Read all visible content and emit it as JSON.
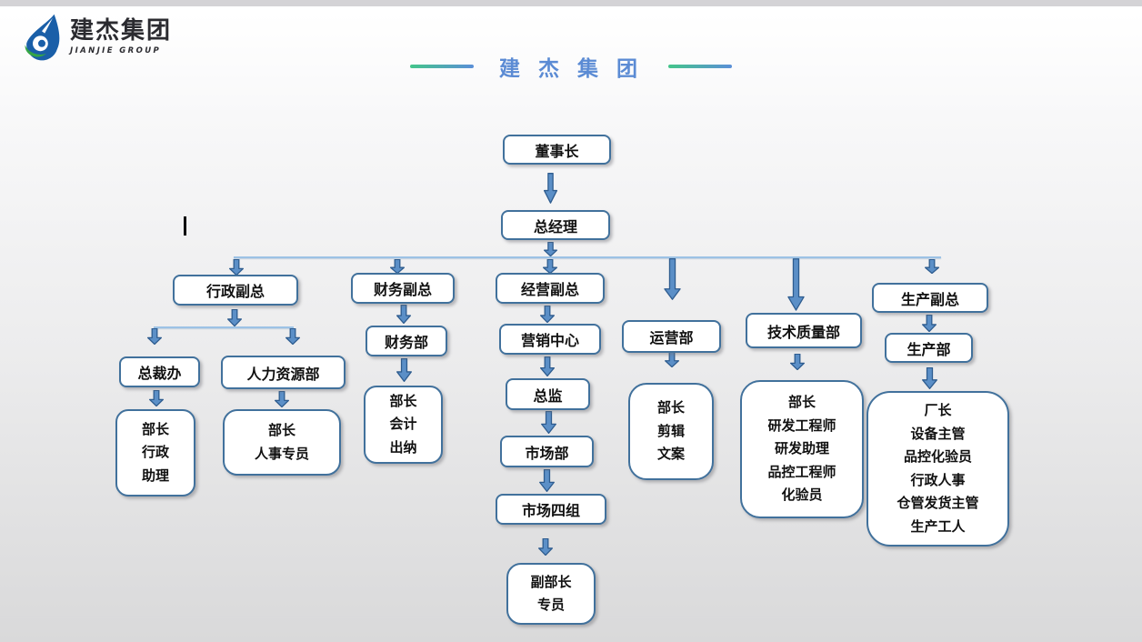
{
  "logo": {
    "name_zh": "建杰集团",
    "name_en": "JIANJIE GROUP"
  },
  "header": {
    "title": "建 杰 集 团"
  },
  "colors": {
    "title_blue": "#5b8bd4",
    "box_border_blue": "#41719c",
    "arrow_fill_blue": "#5b8fc7",
    "connector_light_blue": "#9cc2e5",
    "gradient_line_green": "#44c58a",
    "gradient_line_blue": "#5b8fd8",
    "logo_drop_blue": "#1a5fa8",
    "logo_swirl_green": "#35a547"
  },
  "org_chart": {
    "type": "org-tree-diagram",
    "nodes": {
      "chairman": {
        "label": "董事长"
      },
      "general_manager": {
        "label": "总经理"
      },
      "admin_vp": {
        "label": "行政副总"
      },
      "finance_vp": {
        "label": "财务副总"
      },
      "business_vp": {
        "label": "经营副总"
      },
      "operations_dept": {
        "label": "运营部"
      },
      "tech_quality_dept": {
        "label": "技术质量部"
      },
      "production_vp": {
        "label": "生产副总"
      },
      "president_office": {
        "label": "总裁办"
      },
      "hr_dept": {
        "label": "人力资源部"
      },
      "finance_dept": {
        "label": "财务部"
      },
      "marketing_center": {
        "label": "营销中心"
      },
      "director": {
        "label": "总监"
      },
      "market_dept": {
        "label": "市场部"
      },
      "market_group4": {
        "label": "市场四组"
      },
      "deputy_chief_specialist": {
        "label": "副部长\n专员"
      },
      "president_office_staff": {
        "label": "部长\n行政\n助理"
      },
      "hr_staff": {
        "label": "部长\n人事专员"
      },
      "finance_staff": {
        "label": "部长\n会计\n出纳"
      },
      "operations_staff": {
        "label": "部长\n剪辑\n文案"
      },
      "tech_quality_staff": {
        "label": "部长\n研发工程师\n研发助理\n品控工程师\n化验员"
      },
      "production_dept": {
        "label": "生产部"
      },
      "production_staff": {
        "label": "厂长\n设备主管\n品控化验员\n行政人事\n仓管发货主管\n生产工人"
      }
    }
  }
}
